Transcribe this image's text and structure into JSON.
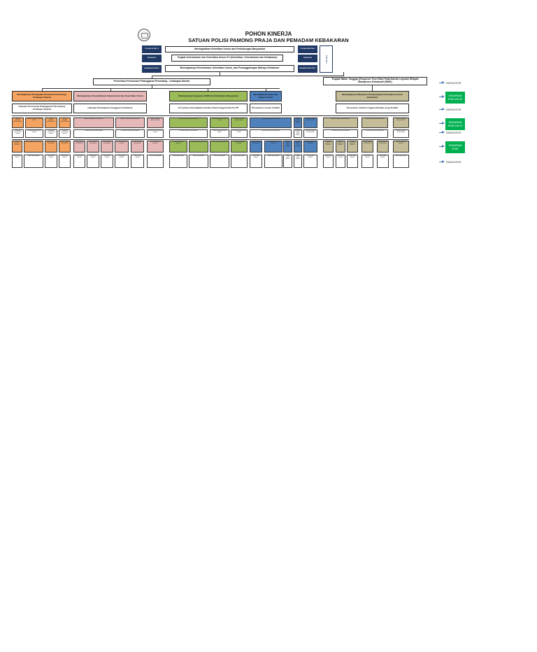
{
  "header": {
    "title": "POHON KINERJA",
    "subtitle": "SATUAN POLISI PAMONG PRAJA DAN PEMADAM KEBAKARAN"
  },
  "top_rows": [
    {
      "label": "TUJUAN RPJMD IV",
      "text": "Meningkatkan Ketertiban Umum dan Perlindungan Masyarakat",
      "right_label": "TUJUAN RENSTRA 1"
    },
    {
      "label": "INDIKATOR",
      "text": "Tingkat Ketentraman dan Ketertiban Umum K3 (Ketertiban, Ketentraman dan Kebakaran)",
      "right_label": "INDIKATOR"
    },
    {
      "label": "SASARAN RPJMD IV",
      "text": "Meningkatnya Ketentraman, Ketertiban Umum, dan Penanggulangan Bahaya Kebakaran",
      "right_label": "SASARAN RENSTRA 1"
    }
  ],
  "top_side_label": "ESELON III",
  "level2": {
    "left": "Persentase Penurunan Pelanggaran Perundang - Undangan Daerah",
    "right": "Tingkat Waktu Tanggap (Response Time Rate) Pada Daerah Layanan Wilayah Manajemen Kebakaran (WMK)"
  },
  "sasaran": [
    {
      "text": "Meningkatnya Penegakan Peraturan Perundang-Undangan Daerah",
      "indikator": "Cakupan Penurunan Pelanggaran Perundang-Undangan Daerah",
      "color": "#f4a460"
    },
    {
      "text": "Meningkatnya Pemeliharaan Ketentraman dan Ketertiban Umum",
      "indikator": "Cakupan Penanganan Gangguan Trantibum",
      "color": "#e6b8b8"
    },
    {
      "text": "Meningkatnya Kapasitas SDM dan Pembinaan Masyarakat",
      "indikator": "Persentase Peningkatan Sumber Daya Anggota Sat Pol PP",
      "color": "#9bbb59"
    },
    {
      "text": "Meningkatnya Kapasitas Aparat Linmas",
      "indikator": "Persentase Linmas Terlatih",
      "color": "#4f81bd"
    },
    {
      "text": "Meningkatnya Pelayanan Kesiapsiagaan terhadap bencana Kebakaran",
      "indikator": "Persentase Jumlah Anggota Damkar yang Terlatih",
      "color": "#c4bd97"
    }
  ],
  "small_text": {
    "eselon4": "Kegiatan penegakan peraturan daerah",
    "indikator": "Persentase capaian kinerja kegiatan",
    "staf": "Sasaran kegiatan staf pelaksana",
    "staf_indikator": "Jumlah output kegiatan"
  },
  "legend": [
    {
      "label": "INDIKATOR",
      "type": "indikator"
    },
    {
      "label": "SASARAN ESELON III",
      "type": "sasaran"
    },
    {
      "label": "INDIKATOR",
      "type": "indikator"
    },
    {
      "label": "SASARAN ESELON IV",
      "type": "sasaran"
    },
    {
      "label": "INDIKATOR",
      "type": "indikator"
    },
    {
      "label": "SASARAN STAF",
      "type": "sasaran"
    },
    {
      "label": "INDIKATOR",
      "type": "indikator"
    }
  ],
  "colors": {
    "navy": "#1f3864",
    "orange": "#f4a460",
    "pink": "#e6b8b8",
    "green": "#9bbb59",
    "blue": "#4f81bd",
    "khaki": "#c4bd97",
    "legend_green": "#00b050",
    "legend_arrow": "#4a78b8"
  }
}
